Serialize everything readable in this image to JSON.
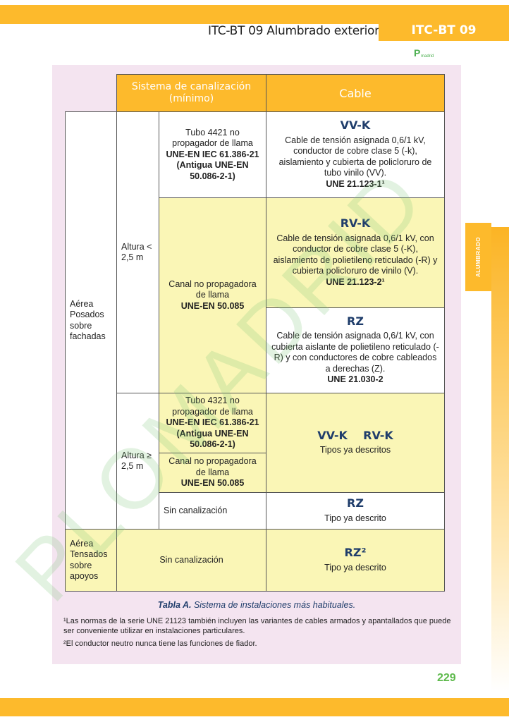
{
  "header": {
    "running_title": "ITC-BT 09 Alumbrado exterior",
    "code": "ITC-BT 09",
    "logo": "PLOmadrid"
  },
  "side_tab": "ALUMBRADO",
  "watermark": "PLOMADRID",
  "table": {
    "headers": {
      "system": "Sistema de canalización (mínimo)",
      "cable": "Cable"
    },
    "aerea_posados": "Aérea Posados sobre fachadas",
    "aerea_tensados": "Aérea Tensados sobre apoyos",
    "altura_lt": "Altura < 2,5 m",
    "altura_ge": "Altura ≥ 2,5 m",
    "r1_sys": {
      "text": "Tubo 4421 no propagador de llama",
      "norm": "UNE-EN IEC 61.386-21 (Antigua UNE-EN 50.086-2-1)"
    },
    "r1_cable": {
      "code": "VV-K",
      "text": "Cable de tensión asignada 0,6/1 kV, conductor de cobre clase 5 (-k), aislamiento y cubierta de policloruro de tubo vinilo (VV).",
      "norm": "UNE 21.123-1¹"
    },
    "r2_sys": {
      "text": "Canal no propagadora de llama",
      "norm": "UNE-EN 50.085"
    },
    "r2_cable": {
      "code": "RV-K",
      "text": "Cable de tensión asignada 0,6/1 kV, con conductor de cobre clase 5 (-K), aislamiento de polietileno reticulado (-R) y cubierta policloruro de vinilo (V).",
      "norm": "UNE 21.123-2¹"
    },
    "r3_cable": {
      "code": "RZ",
      "text": "Cable de tensión asignada 0,6/1 kV, con cubierta aislante de polietileno reticulado (-R) y con conductores de cobre cableados a derechas (Z).",
      "norm": "UNE 21.030-2"
    },
    "r4_sys": {
      "text": "Tubo 4321 no propagador de llama",
      "norm": "UNE-EN IEC 61.386-21 (Antigua UNE-EN 50.086-2-1)"
    },
    "r4_cable": {
      "code": "VV-K    RV-K",
      "text": "Tipos ya descritos"
    },
    "r5_sys": {
      "text": "Canal no propagadora de llama",
      "norm": "UNE-EN 50.085"
    },
    "r6_sys": "Sin canalización",
    "r6_cable": {
      "code": "RZ",
      "text": "Tipo ya descrito"
    },
    "r7_sys": "Sin canalización",
    "r7_cable": {
      "code": "RZ²",
      "text": "Tipo ya descrito"
    }
  },
  "caption": {
    "bold": "Tabla A.",
    "text": " Sistema de instalaciones más habituales."
  },
  "footnotes": [
    "¹Las normas de la serie UNE 21123 también incluyen las variantes de cables armados y apantallados que puede ser conveniente utilizar en instalaciones particulares.",
    "²El conductor neutro nunca tiene las funciones de fiador."
  ],
  "page_number": "229"
}
